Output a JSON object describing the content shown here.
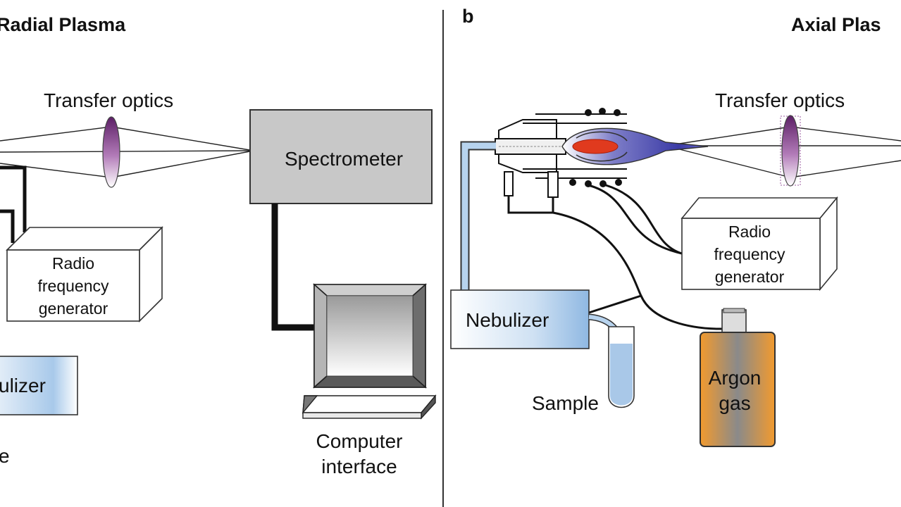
{
  "panel_a": {
    "title": "Radial Plasma",
    "transfer_optics": "Transfer optics",
    "spectrometer": "Spectrometer",
    "rf_generator": [
      "Radio",
      "frequency",
      "generator"
    ],
    "nebulizer": "ulizer",
    "sample": "e",
    "computer_interface": [
      "Computer",
      "interface"
    ]
  },
  "panel_b": {
    "letter": "b",
    "title": "Axial Plas",
    "transfer_optics": "Transfer optics",
    "rf_generator": [
      "Radio",
      "frequency",
      "generator"
    ],
    "nebulizer": "Nebulizer",
    "sample": "Sample",
    "argon_gas": [
      "Argon",
      "gas"
    ]
  },
  "colors": {
    "lens_purple": "#7b2d7e",
    "spectrometer_fill": "#c8c8c8",
    "nebulizer_blue": "#a9c8e8",
    "plasma_red": "#e03a1e",
    "plasma_blue": "#3a3aa8",
    "argon_orange": "#f0962a",
    "tube_blue": "#b7d3ee"
  }
}
